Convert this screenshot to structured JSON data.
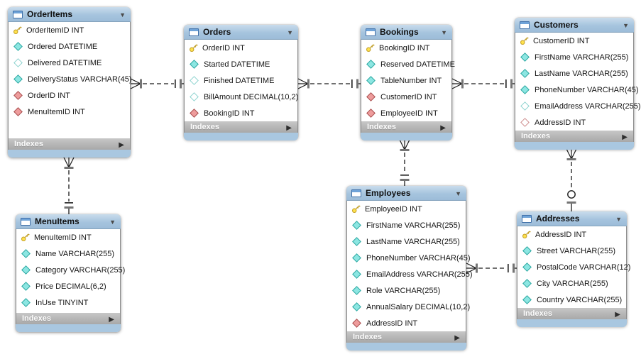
{
  "diagram": {
    "tables": [
      {
        "id": "orderitems",
        "name": "OrderItems",
        "indexes_label": "Indexes",
        "columns": [
          {
            "icon": "primary-key",
            "label": "OrderItemID INT"
          },
          {
            "icon": "column",
            "label": "Ordered DATETIME"
          },
          {
            "icon": "column-nullable",
            "label": "Delivered DATETIME"
          },
          {
            "icon": "column",
            "label": "DeliveryStatus VARCHAR(45)"
          },
          {
            "icon": "foreign-key",
            "label": "OrderID INT"
          },
          {
            "icon": "foreign-key",
            "label": "MenuItemID INT"
          }
        ]
      },
      {
        "id": "orders",
        "name": "Orders",
        "indexes_label": "Indexes",
        "columns": [
          {
            "icon": "primary-key",
            "label": "OrderID INT"
          },
          {
            "icon": "column",
            "label": "Started DATETIME"
          },
          {
            "icon": "column-nullable",
            "label": "Finished DATETIME"
          },
          {
            "icon": "column-nullable",
            "label": "BillAmount DECIMAL(10,2)"
          },
          {
            "icon": "foreign-key",
            "label": "BookingID INT"
          }
        ]
      },
      {
        "id": "bookings",
        "name": "Bookings",
        "indexes_label": "Indexes",
        "columns": [
          {
            "icon": "primary-key",
            "label": "BookingID INT"
          },
          {
            "icon": "column",
            "label": "Reserved DATETIME"
          },
          {
            "icon": "column",
            "label": "TableNumber INT"
          },
          {
            "icon": "foreign-key",
            "label": "CustomerID INT"
          },
          {
            "icon": "foreign-key",
            "label": "EmployeeID INT"
          }
        ]
      },
      {
        "id": "customers",
        "name": "Customers",
        "indexes_label": "Indexes",
        "columns": [
          {
            "icon": "primary-key",
            "label": "CustomerID INT"
          },
          {
            "icon": "column",
            "label": "FirstName VARCHAR(255)"
          },
          {
            "icon": "column",
            "label": "LastName VARCHAR(255)"
          },
          {
            "icon": "column",
            "label": "PhoneNumber VARCHAR(45)"
          },
          {
            "icon": "column-nullable",
            "label": "EmailAddress VARCHAR(255)"
          },
          {
            "icon": "foreign-key-nullable",
            "label": "AddressID INT"
          }
        ]
      },
      {
        "id": "menuitems",
        "name": "MenuItems",
        "indexes_label": "Indexes",
        "columns": [
          {
            "icon": "primary-key",
            "label": "MenuItemID INT"
          },
          {
            "icon": "column",
            "label": "Name VARCHAR(255)"
          },
          {
            "icon": "column",
            "label": "Category VARCHAR(255)"
          },
          {
            "icon": "column",
            "label": "Price DECIMAL(6,2)"
          },
          {
            "icon": "column",
            "label": "InUse TINYINT"
          }
        ]
      },
      {
        "id": "employees",
        "name": "Employees",
        "indexes_label": "Indexes",
        "columns": [
          {
            "icon": "primary-key",
            "label": "EmployeeID INT"
          },
          {
            "icon": "column",
            "label": "FirstName VARCHAR(255)"
          },
          {
            "icon": "column",
            "label": "LastName VARCHAR(255)"
          },
          {
            "icon": "column",
            "label": "PhoneNumber VARCHAR(45)"
          },
          {
            "icon": "column",
            "label": "EmailAddress VARCHAR(255)"
          },
          {
            "icon": "column",
            "label": "Role VARCHAR(255)"
          },
          {
            "icon": "column",
            "label": "AnnualSalary DECIMAL(10,2)"
          },
          {
            "icon": "foreign-key",
            "label": "AddressID INT"
          }
        ]
      },
      {
        "id": "addresses",
        "name": "Addresses",
        "indexes_label": "Indexes",
        "columns": [
          {
            "icon": "primary-key",
            "label": "AddressID INT"
          },
          {
            "icon": "column",
            "label": "Street VARCHAR(255)"
          },
          {
            "icon": "column",
            "label": "PostalCode VARCHAR(12)"
          },
          {
            "icon": "column",
            "label": "City VARCHAR(255)"
          },
          {
            "icon": "column",
            "label": "Country VARCHAR(255)"
          }
        ]
      }
    ],
    "relationships": [
      {
        "from_table": "OrderItems",
        "to_table": "Orders",
        "from_cardinality": "many",
        "to_cardinality": "one",
        "line_style": "dashed"
      },
      {
        "from_table": "Orders",
        "to_table": "Bookings",
        "from_cardinality": "many",
        "to_cardinality": "one",
        "line_style": "dashed"
      },
      {
        "from_table": "Bookings",
        "to_table": "Customers",
        "from_cardinality": "many",
        "to_cardinality": "one",
        "line_style": "dashed"
      },
      {
        "from_table": "OrderItems",
        "to_table": "MenuItems",
        "from_cardinality": "many",
        "to_cardinality": "one",
        "line_style": "dashed"
      },
      {
        "from_table": "Bookings",
        "to_table": "Employees",
        "from_cardinality": "many",
        "to_cardinality": "one",
        "line_style": "dashed"
      },
      {
        "from_table": "Customers",
        "to_table": "Addresses",
        "from_cardinality": "many",
        "to_cardinality": "zero-or-one",
        "line_style": "dashed"
      },
      {
        "from_table": "Employees",
        "to_table": "Addresses",
        "from_cardinality": "many",
        "to_cardinality": "one",
        "line_style": "dashed"
      }
    ]
  },
  "colors": {
    "table_header_blue": "#a6c4de",
    "table_footer_blue": "#a9c7e0",
    "indexes_bar_gray": "#b0b0b0",
    "primary_key_yellow": "#ffe24d",
    "column_diamond_cyan": "#8ce6e2",
    "foreign_key_diamond_red": "#ee9c9c",
    "connector_black": "#1b1b1b",
    "canvas_background": "#ffffff"
  }
}
